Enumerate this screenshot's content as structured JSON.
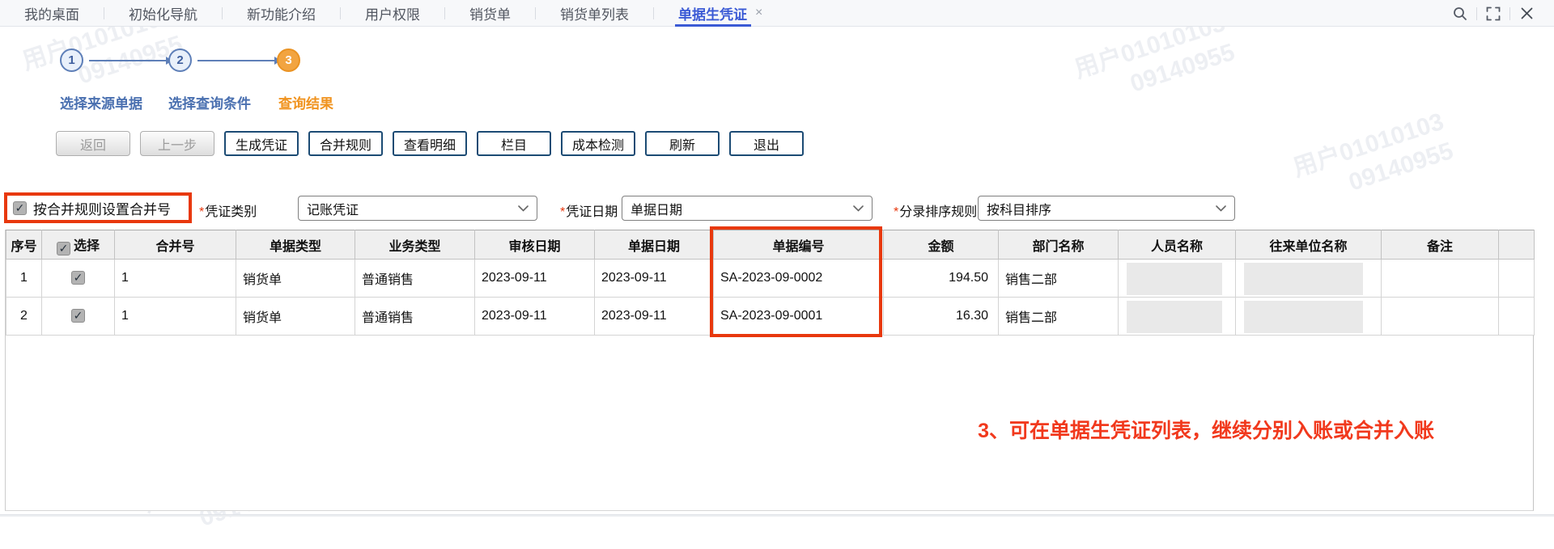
{
  "tabs": {
    "items": [
      {
        "label": "我的桌面",
        "active": false
      },
      {
        "label": "初始化导航",
        "active": false
      },
      {
        "label": "新功能介绍",
        "active": false
      },
      {
        "label": "用户权限",
        "active": false
      },
      {
        "label": "销货单",
        "active": false
      },
      {
        "label": "销货单列表",
        "active": false
      },
      {
        "label": "单据生凭证",
        "active": true
      }
    ],
    "close_glyph": "×"
  },
  "steps": {
    "items": [
      {
        "num": "1",
        "label": "选择来源单据",
        "state": "blue"
      },
      {
        "num": "2",
        "label": "选择查询条件",
        "state": "blue"
      },
      {
        "num": "3",
        "label": "查询结果",
        "state": "orange"
      }
    ]
  },
  "toolbar": {
    "buttons": [
      {
        "label": "返回",
        "disabled": true
      },
      {
        "label": "上一步",
        "disabled": true
      },
      {
        "label": "生成凭证",
        "disabled": false
      },
      {
        "label": "合并规则",
        "disabled": false
      },
      {
        "label": "查看明细",
        "disabled": false
      },
      {
        "label": "栏目",
        "disabled": false
      },
      {
        "label": "成本检测",
        "disabled": false
      },
      {
        "label": "刷新",
        "disabled": false
      },
      {
        "label": "退出",
        "disabled": false
      }
    ]
  },
  "filters": {
    "merge_checkbox_label": "按合并规则设置合并号",
    "merge_checkbox_checked": true,
    "voucher_type": {
      "label": "凭证类别",
      "required": "*",
      "value": "记账凭证"
    },
    "voucher_date": {
      "label": "凭证日期",
      "required": "*",
      "value": "单据日期"
    },
    "sort_rule": {
      "label": "分录排序规则",
      "required": "*",
      "value": "按科目排序"
    }
  },
  "table": {
    "columns": [
      "序号",
      "选择",
      "合并号",
      "单据类型",
      "业务类型",
      "审核日期",
      "单据日期",
      "单据编号",
      "金额",
      "部门名称",
      "人员名称",
      "往来单位名称",
      "备注"
    ],
    "rows": [
      {
        "seq": "1",
        "checked": true,
        "merge_no": "1",
        "doc_type": "销货单",
        "biz_type": "普通销售",
        "audit_date": "2023-09-11",
        "doc_date": "2023-09-11",
        "doc_no": "SA-2023-09-0002",
        "amount": "194.50",
        "dept": "销售二部",
        "person": "",
        "partner": "",
        "remark": ""
      },
      {
        "seq": "2",
        "checked": true,
        "merge_no": "1",
        "doc_type": "销货单",
        "biz_type": "普通销售",
        "audit_date": "2023-09-11",
        "doc_date": "2023-09-11",
        "doc_no": "SA-2023-09-0001",
        "amount": "16.30",
        "dept": "销售二部",
        "person": "",
        "partner": "",
        "remark": ""
      }
    ]
  },
  "annotation": "3、可在单据生凭证列表，继续分别入账或合并入账",
  "watermark": {
    "line1": "用户01010103",
    "line2": "09140955"
  },
  "icons": {
    "check": "✓",
    "close": "×"
  },
  "colors": {
    "accent_blue": "#3b5ad5",
    "step_blue": "#4a70b0",
    "step_orange": "#f0931f",
    "highlight_red": "#e8380d",
    "annotation_red": "#f1391d",
    "button_border_navy": "#1c4b74"
  }
}
